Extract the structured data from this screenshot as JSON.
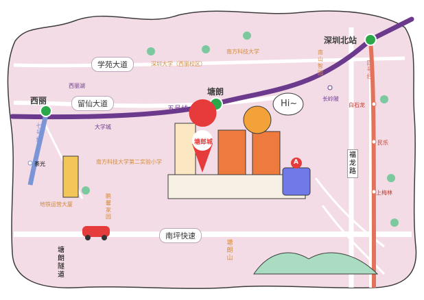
{
  "roads": {
    "xueyuan": "学苑大道",
    "liuxian": "留仙大道",
    "nanping": "南坪快速",
    "fulong": "福龙路",
    "tanglang_tunnel": "塘朗隧道",
    "tanglang_mountain": "塘朗山"
  },
  "metro": {
    "line5": "五号线",
    "line7": "七号线",
    "line4": "四号线",
    "stations": {
      "xili": "西丽",
      "tanglang": "塘朗",
      "shenzhen_north": "深圳北站"
    },
    "minor_stops": {
      "chaguang": "茶光",
      "changlingpi": "长岭陂",
      "baishilong": "白石龙",
      "minle": "民乐",
      "shangmeilin": "上梅林"
    }
  },
  "places": {
    "szu_xili": "深圳大学（西丽校区）",
    "sustech": "南方科技大学",
    "nanshan_park": "南山智园",
    "xili_lake": "西丽湖",
    "university_town": "大学城",
    "sustech_school": "南方科技大学第二实验小学",
    "metro_building": "地铁运营大厦",
    "peng_home": "鹏馨家园",
    "tanglang_city": "塘郎城"
  },
  "speech": "Hi~",
  "mascot_badge": "A",
  "colors": {
    "land": "#f4dce6",
    "purple_line": "#6b3a8c",
    "green_station": "#2aa84a",
    "red_line": "#e2735a",
    "yellow": "#f3c65a",
    "orange": "#ee7b3d",
    "blue_line": "#7c95d6"
  }
}
